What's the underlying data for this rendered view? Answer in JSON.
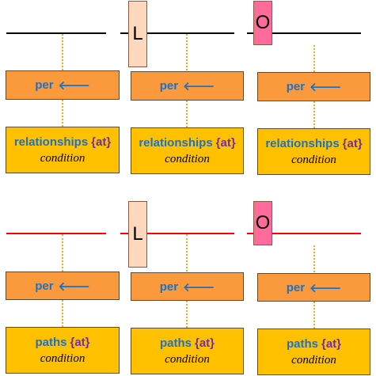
{
  "markers": {
    "L": "L",
    "O": "O"
  },
  "per_box": {
    "label": "per",
    "arrow": "🡐"
  },
  "rows": {
    "top": {
      "keyword": "relationships",
      "at": "{at}",
      "condition": "condition"
    },
    "bottom": {
      "keyword": "paths",
      "at": "{at}",
      "condition": "condition"
    }
  },
  "colors": {
    "timeline_top": "#000000",
    "timeline_bottom": "#ff0000",
    "per_box_fill": "#fb9a3c",
    "condition_box_fill": "#ffc000",
    "marker_L_fill": "#fdd8bc",
    "marker_O_fill": "#ff6b9a",
    "keyword_text": "#1c72c4",
    "at_text": "#7030a0",
    "connector": "#f5a623"
  }
}
